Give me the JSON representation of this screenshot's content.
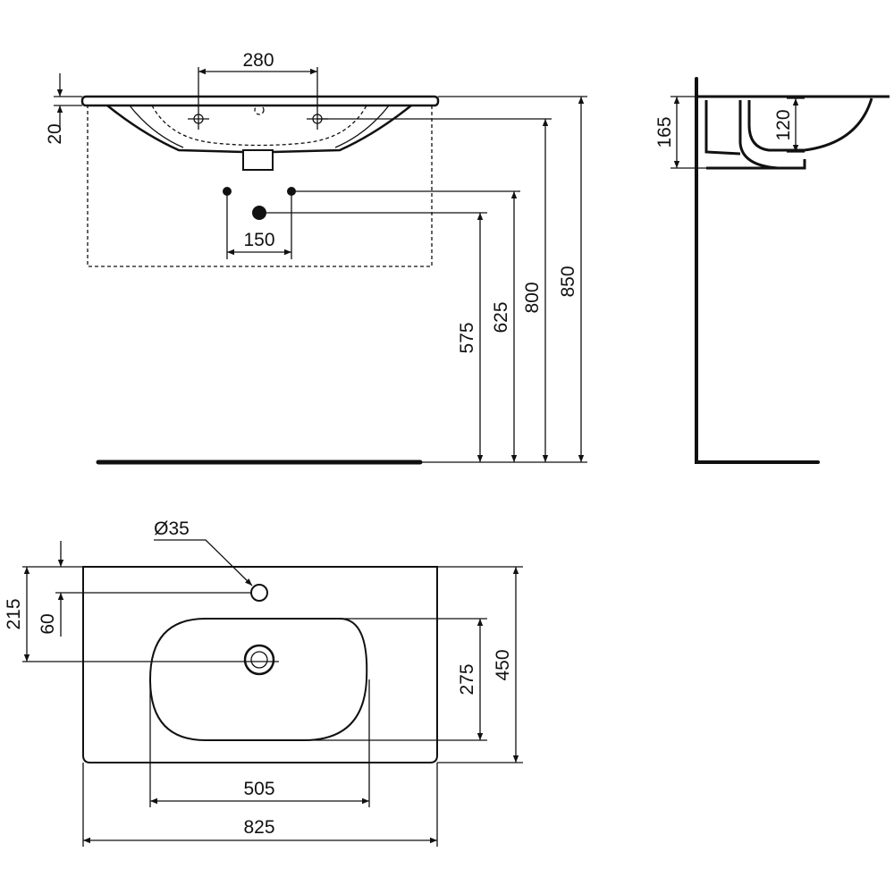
{
  "front_view": {
    "tap_spacing": "280",
    "rim_thickness": "20",
    "supply_spacing": "150",
    "waste_height": "575",
    "supply_height": "625",
    "rim_height_to_tap": "800",
    "overall_height": "850"
  },
  "side_view": {
    "basin_depth_total": "165",
    "bowl_depth": "120"
  },
  "top_view": {
    "tap_hole_diameter": "Ø35",
    "waste_from_back": "215",
    "tap_hole_from_back": "60",
    "bowl_depth": "275",
    "overall_depth": "450",
    "bowl_width": "505",
    "overall_width": "825"
  }
}
